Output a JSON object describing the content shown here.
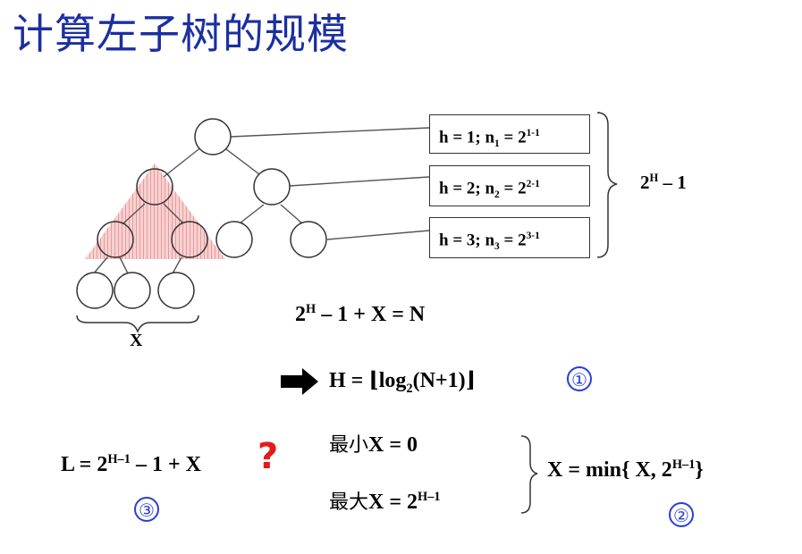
{
  "title": "计算左子树的规模",
  "levels": [
    {
      "h": "h = 1; n",
      "sub": "1",
      "eq": " = 2",
      "sup": "1-1"
    },
    {
      "h": "h = 2; n",
      "sub": "2",
      "eq": " = 2",
      "sup": "2-1"
    },
    {
      "h": "h = 3; n",
      "sub": "3",
      "eq": " = 2",
      "sup": "3-1"
    }
  ],
  "total": {
    "base": "2",
    "sup": "H",
    "rest": " – 1"
  },
  "x_label": "X",
  "eq1": {
    "base": "2",
    "sup": "H",
    "rest": " – 1 + X = N"
  },
  "eq2": {
    "lhs": "H = ⌊log",
    "sub": "2",
    "rhs": "(N+1)⌋"
  },
  "marker1": "①",
  "marker2": "②",
  "marker3": "③",
  "L_eq": {
    "lhs": "L = 2",
    "sup": "H–1",
    "rest": " – 1 + X"
  },
  "question": "?",
  "min_x": {
    "cjk": "最小",
    "rest": "X = 0"
  },
  "max_x": {
    "cjk": "最大",
    "rest": "X =  2",
    "sup": "H–1"
  },
  "x_result": {
    "lhs": "X =  min{ X, 2",
    "sup": "H–1",
    "rhs": "}"
  },
  "colors": {
    "title": "#1b2fa0",
    "marker": "#2a3fd6",
    "question": "#e01c1c",
    "highlight": "#e88a8a"
  }
}
